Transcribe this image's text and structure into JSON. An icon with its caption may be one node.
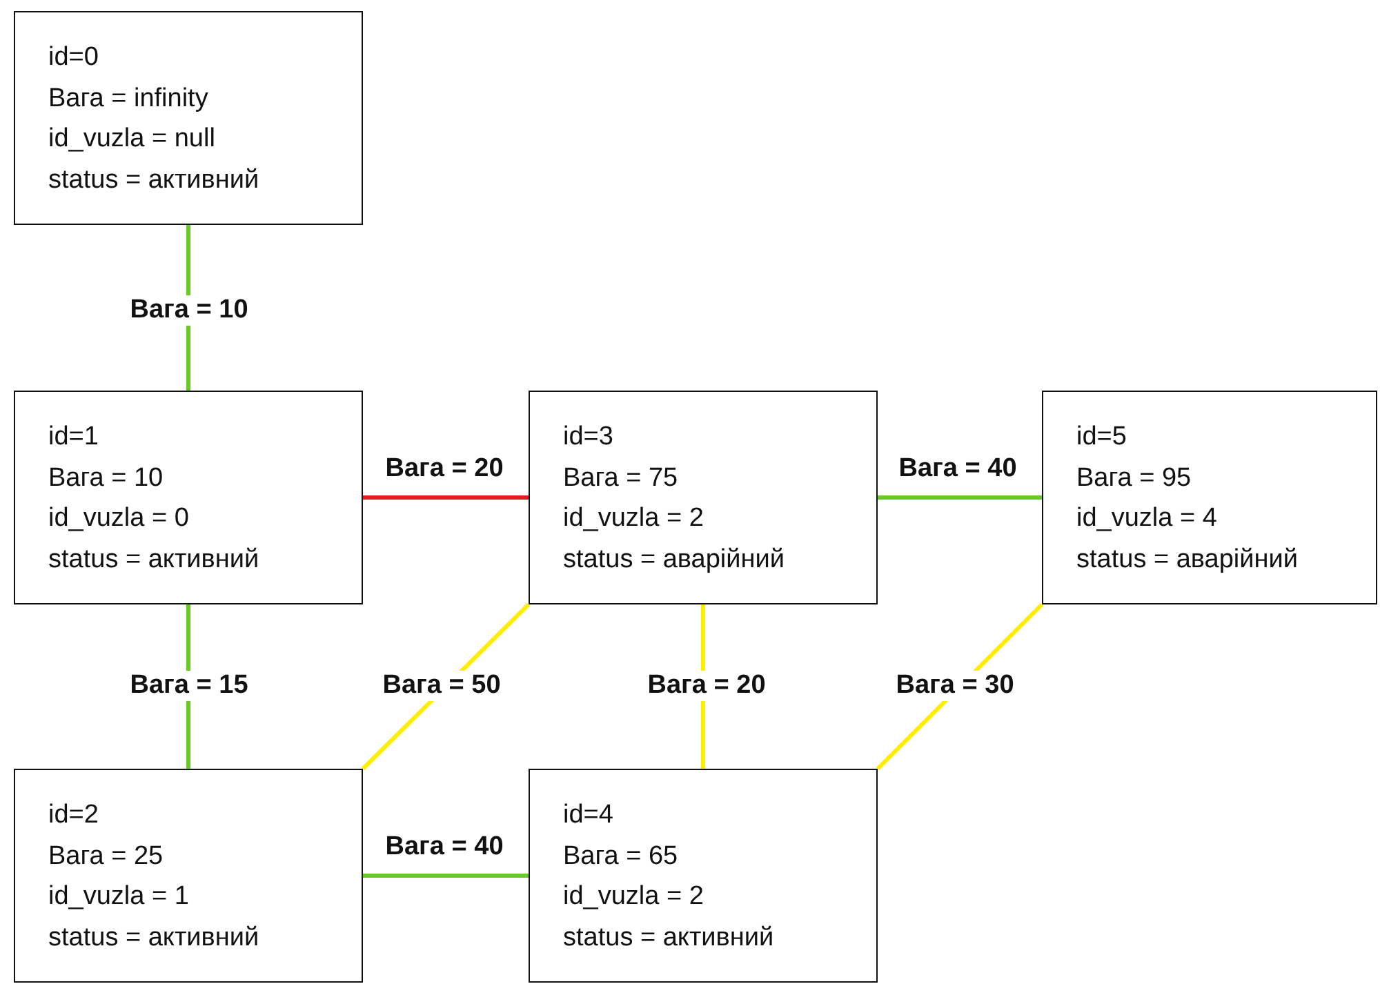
{
  "diagram": {
    "nodes": [
      {
        "text": [
          "id=0",
          "Вага = infinity",
          "id_vuzla = null",
          "status = активний"
        ]
      },
      {
        "text": [
          "id=1",
          "Вага = 10",
          "id_vuzla = 0",
          "status = активний"
        ]
      },
      {
        "text": [
          "id=3",
          "Вага = 75",
          "id_vuzla = 2",
          "status = аварійний"
        ]
      },
      {
        "text": [
          "id=5",
          "Вага = 95",
          "id_vuzla = 4",
          "status = аварійний"
        ]
      },
      {
        "text": [
          "id=2",
          "Вага = 25",
          "id_vuzla = 1",
          "status = активний"
        ]
      },
      {
        "text": [
          "id=4",
          "Вага = 65",
          "id_vuzla = 2",
          "status = активний"
        ]
      }
    ],
    "edges": [
      {
        "from": 0,
        "to": 1,
        "arrow": "none",
        "label": "Вага = 10"
      },
      {
        "from": 1,
        "to": 2,
        "arrow": "none",
        "label": "Вага = 20",
        "color": "#e31c1c"
      },
      {
        "from": 2,
        "to": 3,
        "arrow": "none",
        "label": "Вага = 40"
      },
      {
        "from": 1,
        "to": 4,
        "arrow": "none",
        "label": "Вага = 15"
      },
      {
        "from": 2,
        "to": 4,
        "arrow": "none",
        "label": "Вага = 50",
        "color": "#ffee00"
      },
      {
        "from": 2,
        "to": 5,
        "arrow": "none",
        "label": "Вага = 20",
        "color": "#ffee00"
      },
      {
        "from": 3,
        "to": 5,
        "arrow": "none",
        "label": "Вага = 30",
        "color": "#ffee00"
      },
      {
        "from": 4,
        "to": 5,
        "arrow": "none",
        "label": "Вага = 40"
      }
    ]
  }
}
